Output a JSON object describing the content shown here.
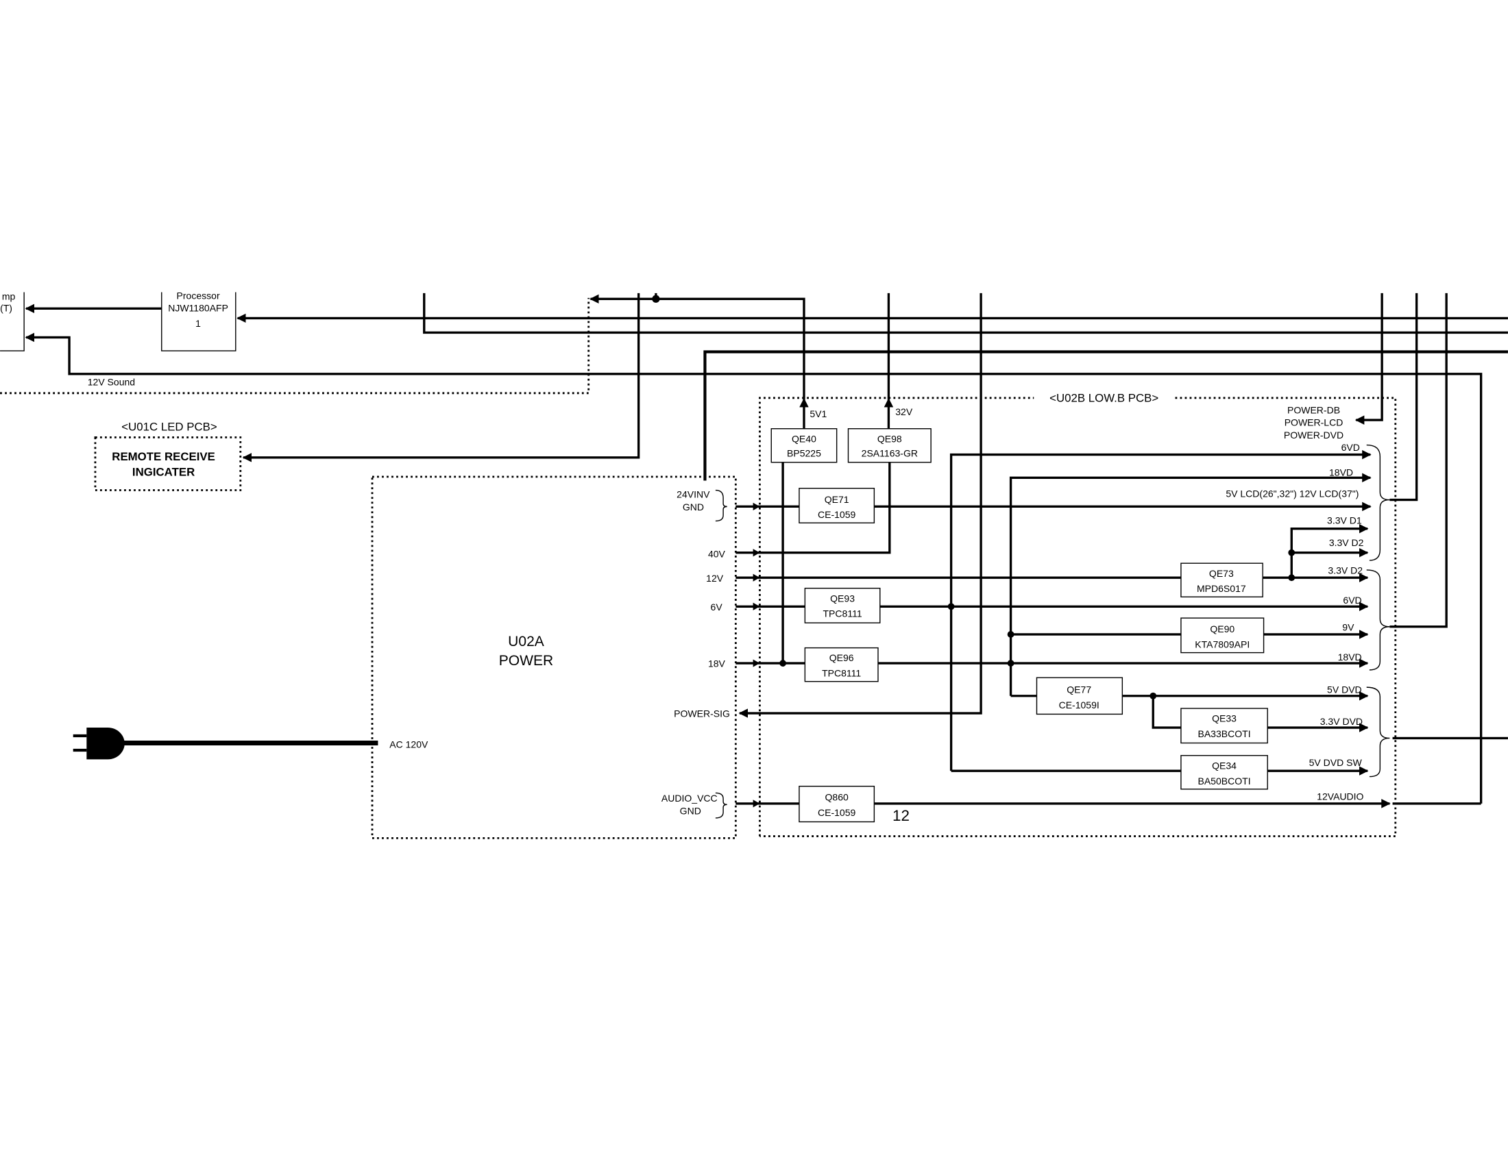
{
  "top_left": {
    "partial_block_line1": "mp",
    "partial_block_line2": "(T)",
    "processor_line1": "Processor",
    "processor_line2": "NJW1180AFP",
    "processor_line3": "1",
    "sound_label": "12V Sound"
  },
  "led_pcb": {
    "title": "<U01C LED PCB>",
    "line1": "REMOTE RECEIVE",
    "line2": "INGICATER"
  },
  "power": {
    "title_line1": "U02A",
    "title_line2": "POWER",
    "ac_label": "AC 120V",
    "outputs": [
      "24VINV",
      "GND",
      "40V",
      "12V",
      "6V",
      "18V",
      "POWER-SIG",
      "AUDIO_VCC",
      "GND"
    ]
  },
  "lowb": {
    "title": "<U02B  LOW.B PCB>",
    "up_labels": [
      "5V1",
      "32V"
    ],
    "power_signals": [
      "POWER-DB",
      "POWER-LCD",
      "POWER-DVD"
    ],
    "components": [
      {
        "ref": "QE40",
        "part": "BP5225"
      },
      {
        "ref": "QE98",
        "part": "2SA1163-GR"
      },
      {
        "ref": "QE71",
        "part": "CE-1059"
      },
      {
        "ref": "QE93",
        "part": "TPC8111"
      },
      {
        "ref": "QE96",
        "part": "TPC8111"
      },
      {
        "ref": "QE77",
        "part": "CE-1059I"
      },
      {
        "ref": "QE73",
        "part": "MPD6S017"
      },
      {
        "ref": "QE90",
        "part": "KTA7809API"
      },
      {
        "ref": "QE33",
        "part": "BA33BCOTI"
      },
      {
        "ref": "QE34",
        "part": "BA50BCOTI"
      },
      {
        "ref": "Q860",
        "part": "CE-1059"
      }
    ],
    "rails": [
      "6VD",
      "18VD",
      "5V LCD(26\",32\") 12V LCD(37\")",
      "3.3V D1",
      "3.3V D2",
      "3.3V D2",
      "6VD",
      "9V",
      "18VD",
      "5V DVD",
      "3.3V DVD",
      "5V DVD SW",
      "12VAUDIO"
    ],
    "page_number": "12"
  }
}
